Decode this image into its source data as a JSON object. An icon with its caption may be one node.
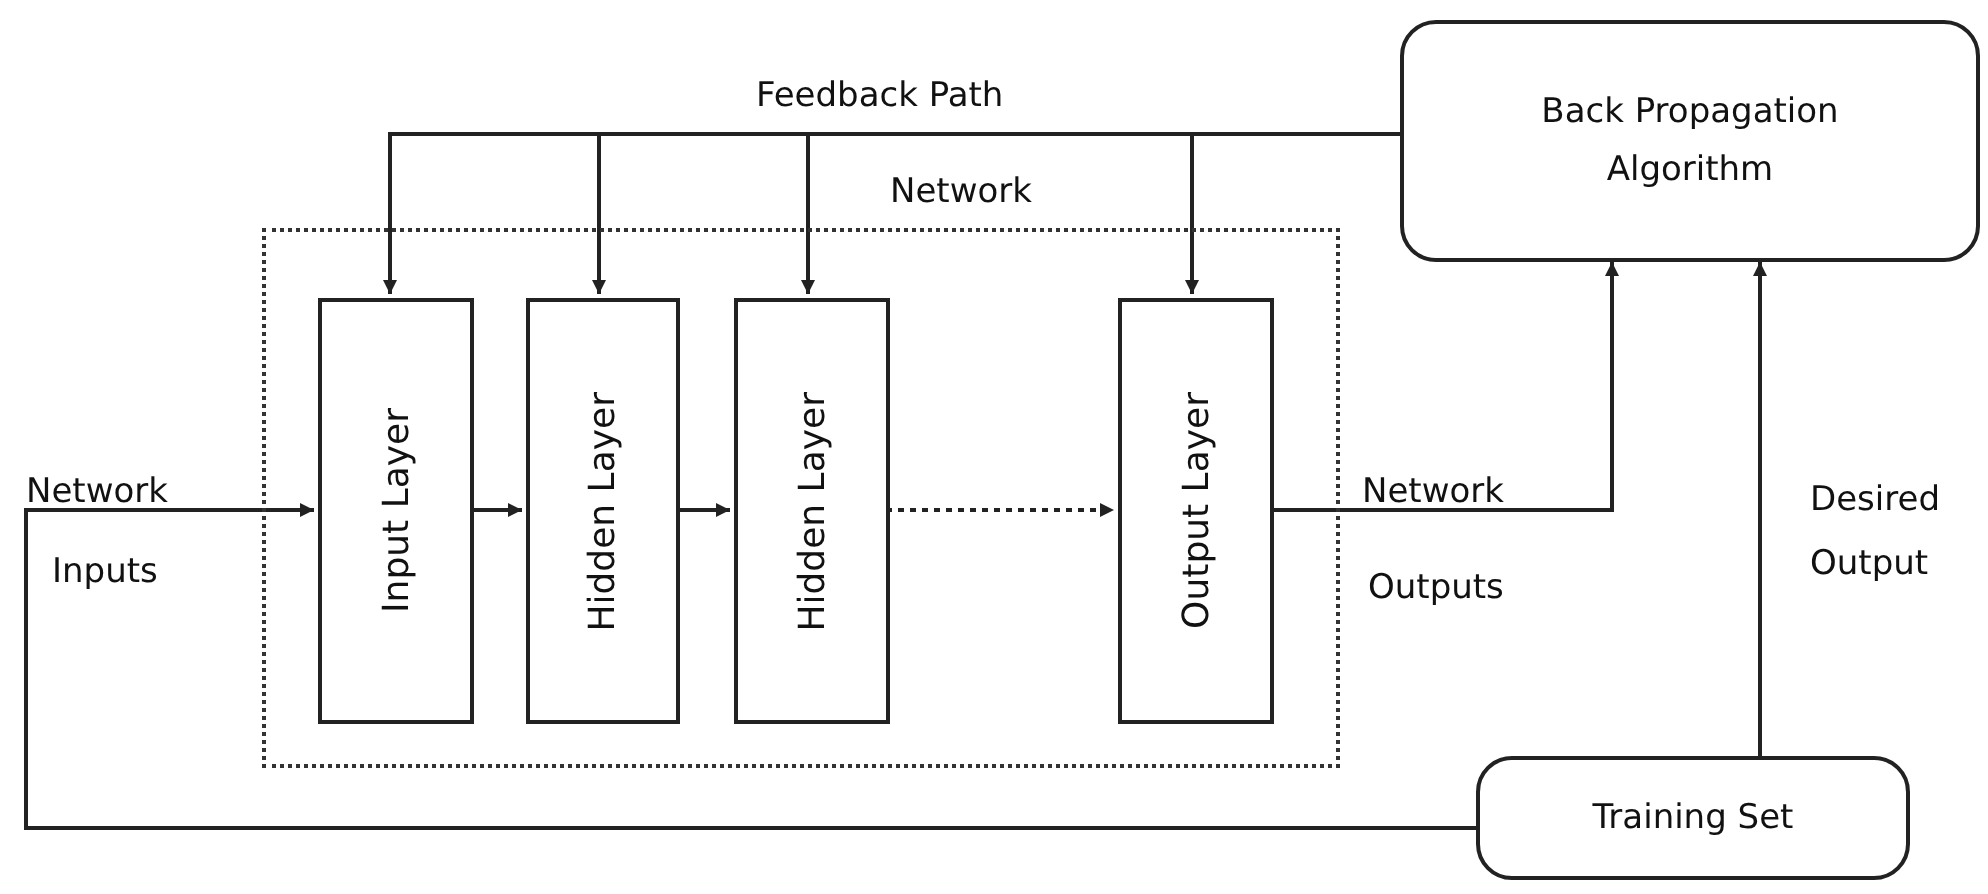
{
  "diagram": {
    "nodes": [
      {
        "text": [
          "Network"
        ]
      },
      {
        "text": [
          "Input Layer"
        ],
        "in": 0
      },
      {
        "text": [
          "Hidden Layer"
        ],
        "in": 0
      },
      {
        "text": [
          "Hidden Layer"
        ],
        "in": 0
      },
      {
        "text": [
          "Output Layer"
        ],
        "in": 0
      },
      {
        "text": [
          "Back Propagation Algorithm"
        ]
      },
      {
        "text": [
          "Training Set"
        ]
      }
    ],
    "edges": [
      {
        "from": 5,
        "to": 1,
        "arrow": "to"
      },
      {
        "from": 5,
        "to": 2,
        "arrow": "to"
      },
      {
        "from": 5,
        "to": 3,
        "arrow": "to"
      },
      {
        "from": 5,
        "to": 4,
        "arrow": "to"
      },
      {
        "from": 6,
        "to": 1,
        "arrow": "to"
      },
      {
        "from": 1,
        "to": 2,
        "arrow": "to"
      },
      {
        "from": 2,
        "to": 3,
        "arrow": "to"
      },
      {
        "from": 3,
        "to": 4,
        "arrow": "to",
        "style": "dashed"
      },
      {
        "from": 4,
        "to": 5,
        "arrow": "to"
      },
      {
        "from": 6,
        "to": 5,
        "arrow": "to"
      }
    ],
    "labels": [
      "Feedback Path",
      "Network",
      "Inputs",
      "Network",
      "Outputs",
      "Desired Output"
    ]
  }
}
